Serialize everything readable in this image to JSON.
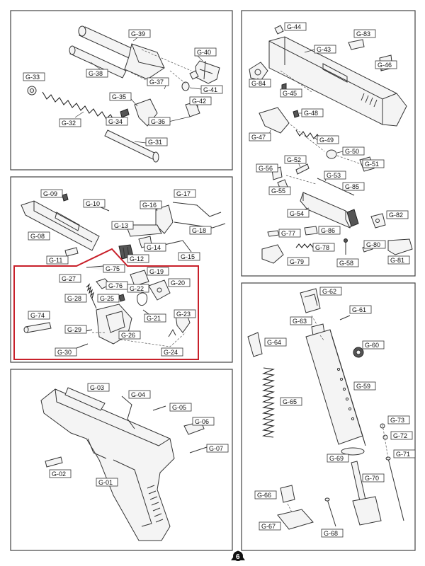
{
  "page_number": "6",
  "highlight_color": "#c8202a",
  "panels": [
    {
      "id": "barrel-group",
      "labels": [
        "G-39",
        "G-38",
        "G-33",
        "G-40",
        "G-37",
        "G-41",
        "G-35",
        "G-42",
        "G-34",
        "G-36",
        "G-32",
        "G-31"
      ]
    },
    {
      "id": "slide-group",
      "labels": [
        "G-44",
        "G-83",
        "G-43",
        "G-46",
        "G-84",
        "G-45",
        "G-48",
        "G-47",
        "G-49",
        "G-50",
        "G-52",
        "G-51",
        "G-56",
        "G-53",
        "G-85",
        "G-55",
        "G-54",
        "G-82",
        "G-77",
        "G-86",
        "G-78",
        "G-80",
        "G-79",
        "G-58",
        "G-81"
      ]
    },
    {
      "id": "trigger-group",
      "labels": [
        "G-09",
        "G-10",
        "G-17",
        "G-16",
        "G-13",
        "G-18",
        "G-08",
        "G-14",
        "G-15",
        "G-11",
        "G-12",
        "G-75",
        "G-19",
        "G-27",
        "G-76",
        "G-20",
        "G-22",
        "G-28",
        "G-25",
        "G-21",
        "G-23",
        "G-74",
        "G-29",
        "G-26",
        "G-24",
        "G-30"
      ]
    },
    {
      "id": "magazine-group",
      "labels": [
        "G-62",
        "G-61",
        "G-63",
        "G-64",
        "G-60",
        "G-59",
        "G-65",
        "G-73",
        "G-72",
        "G-71",
        "G-69",
        "G-70",
        "G-66",
        "G-67",
        "G-68"
      ]
    },
    {
      "id": "frame-group",
      "labels": [
        "G-03",
        "G-04",
        "G-05",
        "G-06",
        "G-07",
        "G-02",
        "G-01"
      ]
    }
  ]
}
